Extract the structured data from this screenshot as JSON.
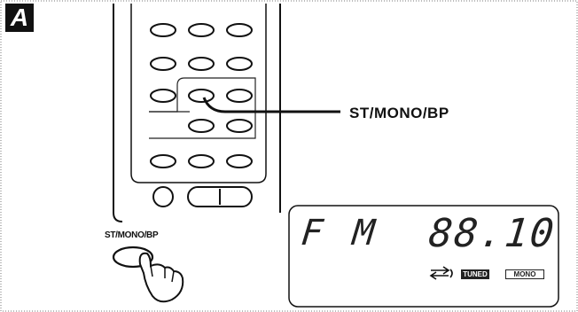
{
  "panel": {
    "label": "A"
  },
  "callout": {
    "label": "ST/MONO/BP"
  },
  "remote": {
    "button_label": "ST/MONO/BP"
  },
  "display": {
    "band": "FM",
    "frequency": "88.10",
    "indicators": {
      "tuned": "TUNED",
      "mono": "MONO"
    },
    "stereo_symbol": "arrows-icon"
  }
}
